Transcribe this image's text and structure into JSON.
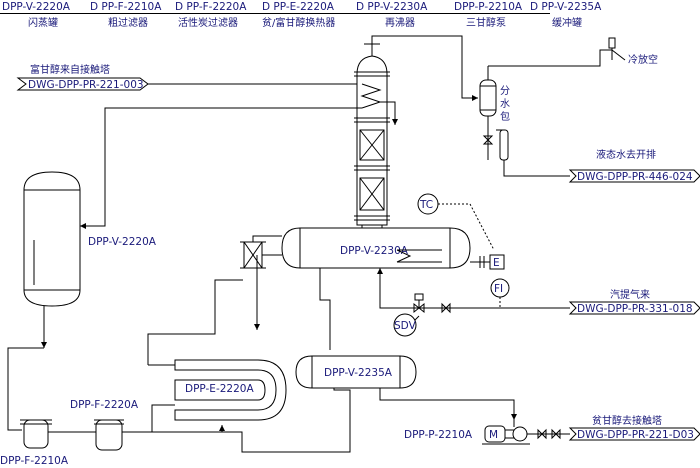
{
  "header": [
    {
      "tag": "DPP-V-2220A",
      "desc": "闪蒸罐"
    },
    {
      "tag": "D  PP-F-2210A",
      "desc": "粗过滤器"
    },
    {
      "tag": "D  PP-F-2220A",
      "desc": "活性炭过滤器"
    },
    {
      "tag": "D  PP-E-2220A",
      "desc": "贫/富甘醇换热器"
    },
    {
      "tag": "D  PP-V-2230A",
      "desc": "再沸器"
    },
    {
      "tag": "DPP-P-2210A",
      "desc": "三甘醇泵"
    },
    {
      "tag": "D  PP-V-2235A",
      "desc": "缓冲罐"
    }
  ],
  "streams": {
    "rich_in_label": "富甘醇来自接触塔",
    "rich_in_dwg": "DWG-DPP-PR-221-003",
    "vent_label": "冷放空",
    "water_label": "液态水去开排",
    "water_dwg": "DWG-DPP-PR-446-024",
    "steam_label": "汽提气来",
    "steam_dwg": "DWG-DPP-PR-331-018",
    "lean_out_label": "贫甘醇去接触塔",
    "lean_out_dwg": "DWG-DPP-PR-221-D03"
  },
  "equipment": {
    "flash_tank": "DPP-V-2220A",
    "reboiler": "DPP-V-2230A",
    "surge_tank": "DPP-V-2235A",
    "exchanger": "DPP-E-2220A",
    "carbon_filter": "DPP-F-2220A",
    "coarse_filter": "DPP-F-2210A",
    "pump": "DPP-P-2210A",
    "separator": "分\n水\n包"
  },
  "instruments": {
    "tc": "TC",
    "fi": "FI",
    "sdv": "SDV",
    "e": "E",
    "m": "M"
  }
}
